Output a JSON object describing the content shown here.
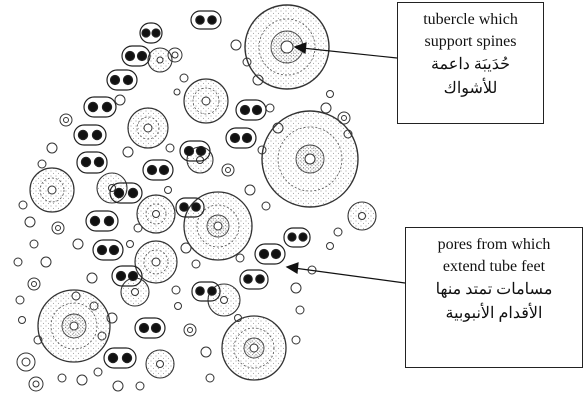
{
  "colors": {
    "ink": "#111111",
    "stipple": "#8a8a8a",
    "background": "#ffffff"
  },
  "labels": {
    "tubercle": {
      "en_line1": "tubercle which",
      "en_line2": "support spines",
      "ar_line1": "حُدَيبَة داعمة",
      "ar_line2": "للأشواك"
    },
    "pores": {
      "en_line1": "pores from which",
      "en_line2": "extend tube feet",
      "ar_line1": "مسامات تمتد منها",
      "ar_line2": "الأقدام الأنبوبية"
    }
  }
}
